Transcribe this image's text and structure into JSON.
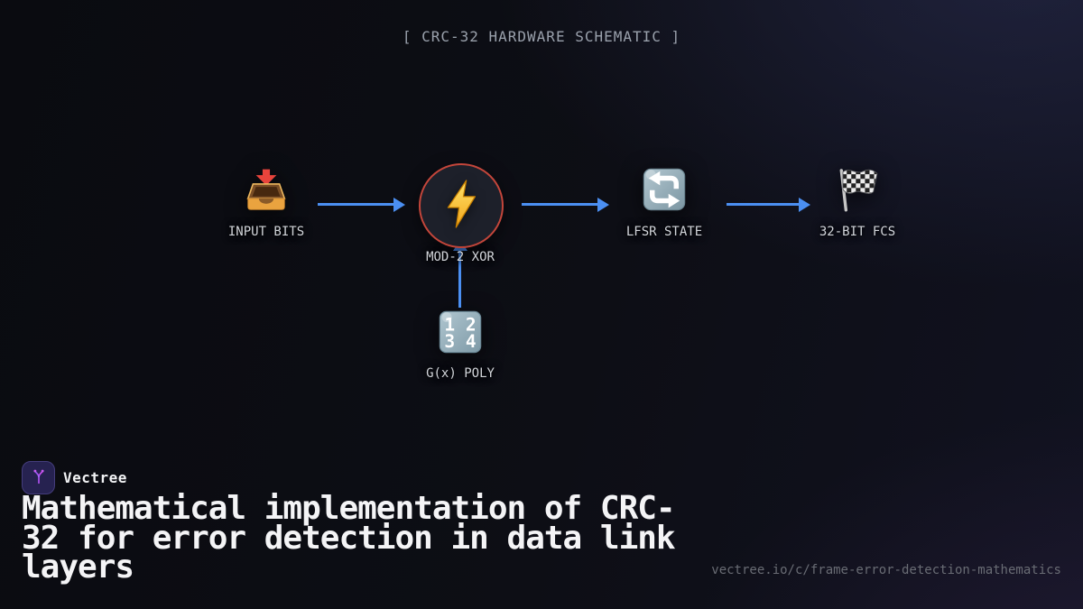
{
  "page": {
    "title": "[ CRC-32 HARDWARE SCHEMATIC ]"
  },
  "diagram": {
    "nodes": [
      {
        "label": "INPUT BITS",
        "icon": "inbox-tray-icon"
      },
      {
        "label": "MOD-2 XOR",
        "icon": "lightning-bolt-icon"
      },
      {
        "label": "LFSR STATE",
        "icon": "cycle-arrows-icon"
      },
      {
        "label": "32-BIT FCS",
        "icon": "checkered-flag-icon"
      },
      {
        "label": "G(x) POLY",
        "icon": "input-numbers-icon"
      }
    ],
    "colors": {
      "arrow": "#4b8ff2",
      "xor_ring": "#c4463b",
      "label_text": "#d2d5da",
      "title_text": "#9aa1ac"
    }
  },
  "footer": {
    "brand": "Vectree",
    "brand_logo_icon": "vectree-branch-icon",
    "headline_lines": [
      "Mathematical implementation of CRC-",
      "32 for error detection in data link",
      "layers"
    ],
    "url": "vectree.io/c/frame-error-detection-mathematics",
    "accent_purple": "#a855f7"
  }
}
